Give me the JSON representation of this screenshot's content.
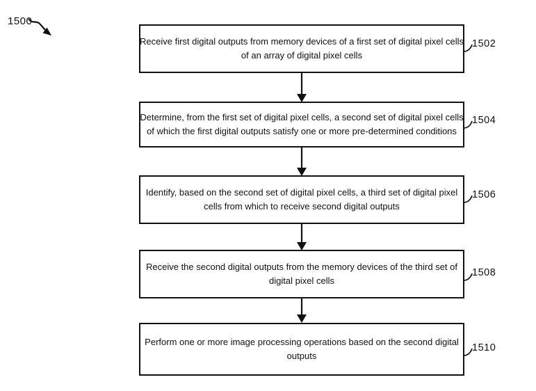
{
  "figure": {
    "ref": "1500",
    "background_color": "#ffffff",
    "line_color": "#111111"
  },
  "steps": [
    {
      "ref": "1502",
      "lines": [
        "Receive first digital outputs from memory devices of a first set of digital pixel cells",
        "of an array of digital pixel cells"
      ]
    },
    {
      "ref": "1504",
      "lines": [
        "Determine, from the first set of digital pixel cells, a second set of digital pixel cells",
        "of which the first digital outputs satisfy one or more pre-determined conditions"
      ]
    },
    {
      "ref": "1506",
      "lines": [
        "Identify, based on the second set of digital pixel cells, a third set of digital pixel",
        "cells from which to receive second digital outputs"
      ]
    },
    {
      "ref": "1508",
      "lines": [
        "Receive the second digital outputs from the memory devices of the third set of",
        "digital pixel cells"
      ]
    },
    {
      "ref": "1510",
      "lines": [
        "Perform one or more image processing operations based on the second digital",
        "outputs"
      ]
    }
  ]
}
